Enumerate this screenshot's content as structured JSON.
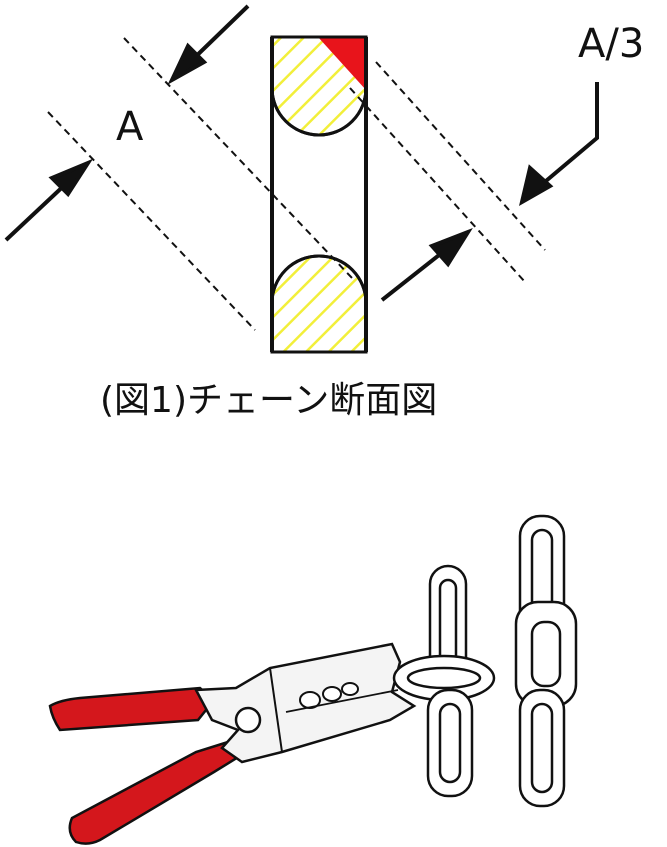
{
  "labels": {
    "a": "A",
    "a_third": "A/3",
    "caption": "(図1)チェーン断面図"
  },
  "colors": {
    "ink": "#111111",
    "hatch": "#f2ef3a",
    "wear_mark": "#e8141b",
    "plier_grip": "#d4171c",
    "metal_fill": "#f4f4f4"
  },
  "icons": {
    "arrow": "arrow-icon",
    "pliers": "pliers-icon",
    "chain": "chain-link-icon"
  }
}
